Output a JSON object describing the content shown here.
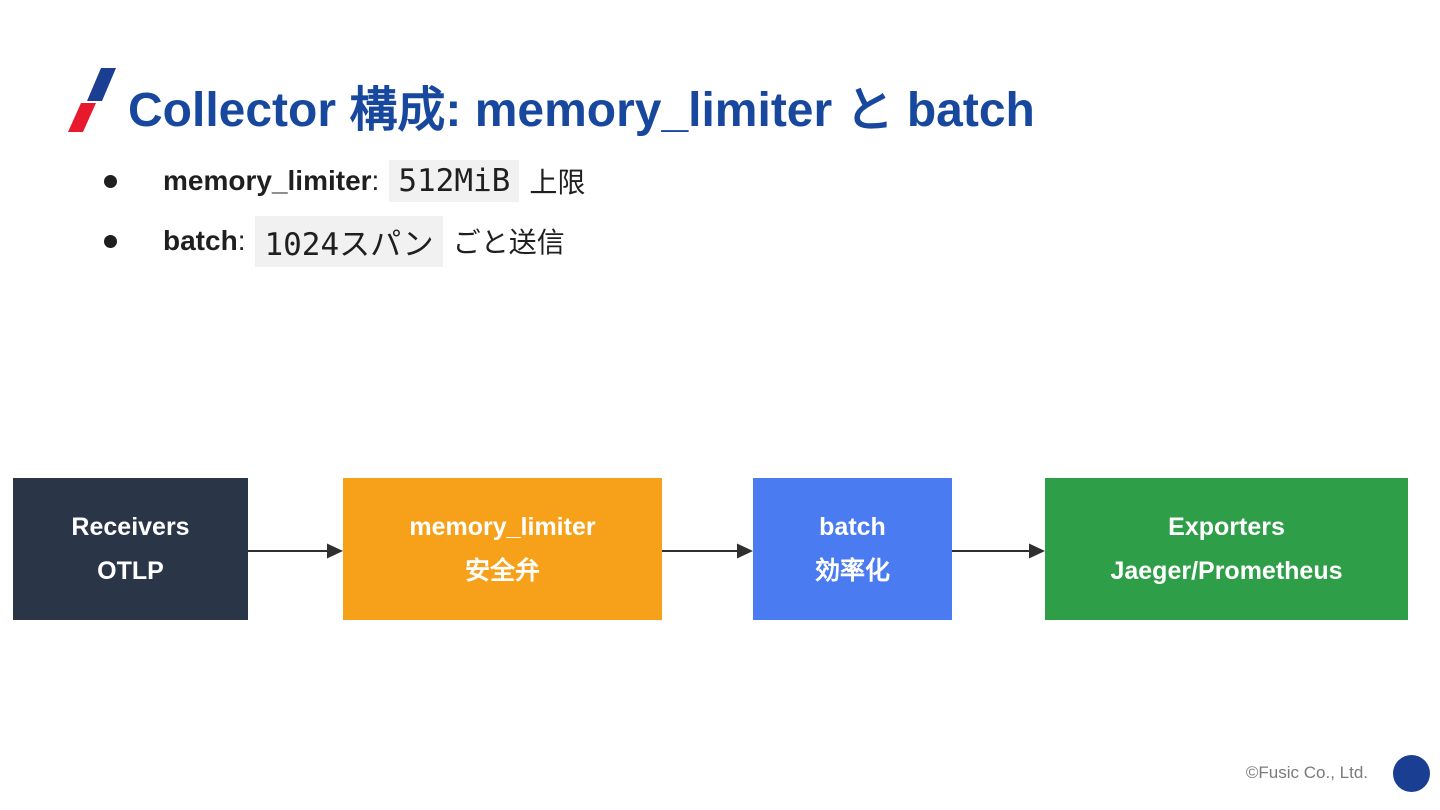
{
  "slide": {
    "title": {
      "text": "Collector 構成: memory_limiter と batch",
      "color": "#17489E"
    },
    "logo": {
      "icon": "fusic-slash-logo",
      "top_color": "#1A3E92",
      "bottom_color": "#E8192D"
    },
    "bullets": [
      {
        "label": "memory_limiter",
        "separator": ":",
        "code": "512MiB",
        "suffix": "上限"
      },
      {
        "label": "batch",
        "separator": ":",
        "code": "1024スパン",
        "suffix": "ごと送信"
      }
    ],
    "diagram": {
      "nodes": [
        {
          "line1": "Receivers",
          "line2": "OTLP",
          "color": "#2A3647"
        },
        {
          "line1": "memory_limiter",
          "line2": "安全弁",
          "color": "#F7A11B"
        },
        {
          "line1": "batch",
          "line2": "効率化",
          "color": "#4A7BF0"
        },
        {
          "line1": "Exporters",
          "line2": "Jaeger/Prometheus",
          "color": "#2F9E48"
        }
      ],
      "arrow_color": "#2f2f2f"
    },
    "footer": {
      "copyright": "©Fusic Co., Ltd.",
      "dot_color": "#1A3E92"
    }
  }
}
